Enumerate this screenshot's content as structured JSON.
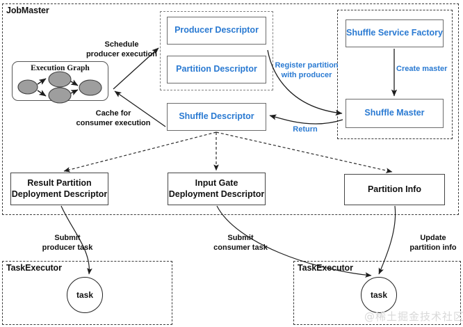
{
  "diagram": {
    "containers": [
      {
        "id": "jobmaster",
        "label": "JobMaster"
      },
      {
        "id": "taskexecutor_l",
        "label": "TaskExecutor"
      },
      {
        "id": "taskexecutor_r",
        "label": "TaskExecutor"
      }
    ],
    "exec_graph": {
      "title": "Execution Graph"
    },
    "nodes": [
      {
        "id": "producer_descriptor",
        "label": "Producer Descriptor"
      },
      {
        "id": "partition_descriptor",
        "label": "Partition Descriptor"
      },
      {
        "id": "shuffle_descriptor",
        "label": "Shuffle Descriptor"
      },
      {
        "id": "shuffle_service_factory",
        "label": "Shuffle Service Factory"
      },
      {
        "id": "shuffle_master",
        "label": "Shuffle Master"
      },
      {
        "id": "result_partition_dd",
        "line1": "Result Partition",
        "line2": "Deployment Descriptor"
      },
      {
        "id": "input_gate_dd",
        "line1": "Input Gate",
        "line2": "Deployment Descriptor"
      },
      {
        "id": "partition_info",
        "label": "Partition Info"
      }
    ],
    "tasks": [
      {
        "id": "task_left",
        "label": "task"
      },
      {
        "id": "task_right",
        "label": "task"
      }
    ],
    "edge_labels": [
      {
        "id": "schedule_producer",
        "line1": "Schedule",
        "line2": "producer execution",
        "color": "black"
      },
      {
        "id": "cache_consumer",
        "line1": "Cache for",
        "line2": "consumer execution",
        "color": "black"
      },
      {
        "id": "register_partition",
        "line1": "Register partition",
        "line2": "with producer",
        "color": "blue"
      },
      {
        "id": "return",
        "line1": "Return",
        "line2": "",
        "color": "blue"
      },
      {
        "id": "create_master",
        "line1": "Create master",
        "line2": "",
        "color": "blue"
      },
      {
        "id": "submit_producer",
        "line1": "Submit",
        "line2": "producer task",
        "color": "black"
      },
      {
        "id": "submit_consumer",
        "line1": "Submit",
        "line2": "consumer task",
        "color": "black"
      },
      {
        "id": "update_partition",
        "line1": "Update",
        "line2": "partition info",
        "color": "black"
      }
    ],
    "watermark": {
      "text": "@稀土掘金技术社区"
    },
    "colors": {
      "blue_text": "#2a7ad2",
      "black_text": "#111111",
      "node_border": "#6b6b6b",
      "dashed_border": "#3a3a3a",
      "node_fill_gray": "#9e9e9e"
    }
  }
}
